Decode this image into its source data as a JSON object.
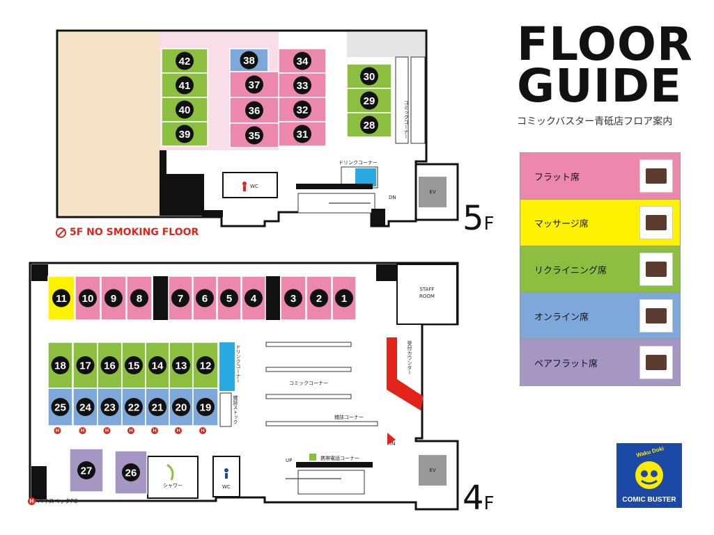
{
  "header": {
    "title_line1": "FLOOR",
    "title_line2": "GUIDE",
    "subtitle": "コミックバスター青砥店フロア案内"
  },
  "legend": [
    {
      "label": "フラット席",
      "color": "#ec87ad",
      "icon": "flat-mat-icon"
    },
    {
      "label": "マッサージ席",
      "color": "#fff200",
      "icon": "massage-chair-icon"
    },
    {
      "label": "リクライニング席",
      "color": "#8cbe3f",
      "icon": "recliner-icon"
    },
    {
      "label": "オンライン席",
      "color": "#7fa8da",
      "icon": "office-chair-icon"
    },
    {
      "label": "ペアフラット席",
      "color": "#a596c4",
      "icon": "pair-flat-mat-icon"
    }
  ],
  "floor5": {
    "label_num": "5",
    "label_f": "F",
    "no_smoking": "5F NO SMOKING FLOOR",
    "labels": {
      "comic_corner": "コミックコーナー",
      "drink_corner": "ドリンクコーナー",
      "wc": "WC",
      "dn": "DN",
      "ev": "EV"
    },
    "seats": [
      {
        "n": "42",
        "type": "recliner"
      },
      {
        "n": "41",
        "type": "recliner"
      },
      {
        "n": "40",
        "type": "recliner"
      },
      {
        "n": "39",
        "type": "recliner"
      },
      {
        "n": "38",
        "type": "online"
      },
      {
        "n": "37",
        "type": "flat"
      },
      {
        "n": "36",
        "type": "flat"
      },
      {
        "n": "35",
        "type": "flat"
      },
      {
        "n": "34",
        "type": "flat"
      },
      {
        "n": "33",
        "type": "flat"
      },
      {
        "n": "32",
        "type": "flat"
      },
      {
        "n": "31",
        "type": "flat"
      },
      {
        "n": "30",
        "type": "recliner"
      },
      {
        "n": "29",
        "type": "recliner"
      },
      {
        "n": "28",
        "type": "recliner"
      }
    ]
  },
  "floor4": {
    "label_num": "4",
    "label_f": "F",
    "labels": {
      "staff_room_1": "STAFF",
      "staff_room_2": "ROOM",
      "reception": "受付カウンター",
      "drink_corner": "ドリンクコーナー",
      "magazine_stock": "雑誌ストック",
      "comic_corner": "コミックコーナー",
      "magazine_corner": "雑誌コーナー",
      "phone_corner": "携帯電話コーナー",
      "shower": "シャワー",
      "wc": "WC",
      "up": "UP",
      "ev": "EV",
      "entrance": "IN"
    },
    "seats": [
      {
        "n": "11",
        "type": "massage"
      },
      {
        "n": "10",
        "type": "flat"
      },
      {
        "n": "9",
        "type": "flat"
      },
      {
        "n": "8",
        "type": "flat"
      },
      {
        "n": "7",
        "type": "flat"
      },
      {
        "n": "6",
        "type": "flat"
      },
      {
        "n": "5",
        "type": "flat"
      },
      {
        "n": "4",
        "type": "flat"
      },
      {
        "n": "3",
        "type": "flat"
      },
      {
        "n": "2",
        "type": "flat"
      },
      {
        "n": "1",
        "type": "flat"
      },
      {
        "n": "18",
        "type": "recliner"
      },
      {
        "n": "17",
        "type": "recliner"
      },
      {
        "n": "16",
        "type": "recliner"
      },
      {
        "n": "15",
        "type": "recliner"
      },
      {
        "n": "14",
        "type": "recliner"
      },
      {
        "n": "13",
        "type": "recliner"
      },
      {
        "n": "12",
        "type": "recliner"
      },
      {
        "n": "25",
        "type": "online"
      },
      {
        "n": "24",
        "type": "online"
      },
      {
        "n": "23",
        "type": "online"
      },
      {
        "n": "22",
        "type": "online"
      },
      {
        "n": "21",
        "type": "online"
      },
      {
        "n": "20",
        "type": "online"
      },
      {
        "n": "19",
        "type": "online"
      },
      {
        "n": "27",
        "type": "pair"
      },
      {
        "n": "26",
        "type": "pair"
      }
    ],
    "highspec_marker": "H"
  },
  "footnote": {
    "marker": "H",
    "text": "ハイスペックPC"
  },
  "logo": {
    "tag": "Waku Doki",
    "text": "COMIC BUSTER"
  },
  "colors": {
    "flat": "#ec87ad",
    "massage": "#fff200",
    "recliner": "#8cbe3f",
    "online": "#7fa8da",
    "pair": "#a596c4",
    "accent_red": "#e2231a",
    "drink_blue": "#29aae1",
    "floor_pink": "#f9dde8",
    "floor_beige": "#f5e3c8",
    "logo_blue": "#1d49a6"
  }
}
